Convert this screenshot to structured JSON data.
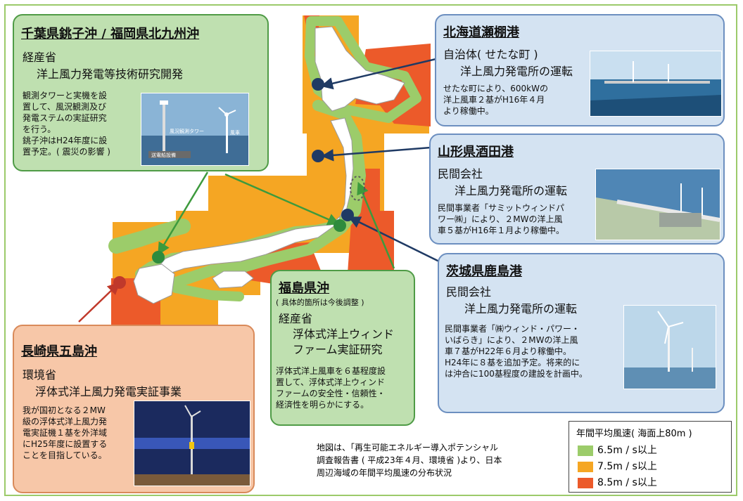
{
  "boxes": {
    "choshi": {
      "title": "千葉県銚子沖 / 福岡県北九州沖",
      "org": "経産省",
      "project": "洋上風力発電等技術研究開発",
      "desc": [
        "観測タワーと実機を設",
        "置して、風況観測及び",
        "発電ステムの実証研究",
        "を行う。",
        "銚子沖はH24年度に設",
        "置予定。( 震災の影響 )"
      ]
    },
    "setana": {
      "title": "北海道瀬棚港",
      "org": "自治体( せたな町 )",
      "project": "洋上風力発電所の運転",
      "desc": [
        "せたな町により、600kWの",
        "洋上風車２基がH16年４月",
        "より稼働中。"
      ]
    },
    "sakata": {
      "title": "山形県酒田港",
      "org": "民間会社",
      "project": "洋上風力発電所の運転",
      "desc": [
        "民間事業者「サミットウィンドパ",
        "ワー㈱」により、２MWの洋上風",
        "車５基がH16年１月より稼働中。"
      ]
    },
    "kashima": {
      "title": "茨城県鹿島港",
      "org": "民間会社",
      "project": "洋上風力発電所の運転",
      "desc": [
        "民間事業者「㈱ウィンド・パワー・",
        "いばらき」により、２MWの洋上風",
        "車７基がH22年６月より稼働中。",
        "H24年に８基を追加予定。将来的に",
        "は沖合に100基程度の建設を計画中。"
      ]
    },
    "fukushima": {
      "title": "福島県沖",
      "note": "( 具体的箇所は今後調整 )",
      "org": "経産省",
      "project": [
        "浮体式洋上ウィンド",
        "ファーム実証研究"
      ],
      "desc": [
        "浮体式洋上風車を６基程度設",
        "置して、浮体式洋上ウィンド",
        "ファームの安全性・信頼性・",
        "経済性を明らかにする。"
      ]
    },
    "goto": {
      "title": "長崎県五島沖",
      "org": "環境省",
      "project": "浮体式洋上風力発電実証事業",
      "desc": [
        "我が国初となる２MW",
        "級の浮体式洋上風力発",
        "電実証機１基を外洋域",
        "にH25年度に設置する",
        "ことを目指している。"
      ]
    }
  },
  "photo_labels": {
    "tower": "風況観測タワー",
    "turbine": "風車",
    "base": "送電船設備"
  },
  "legend": {
    "title": "年間平均風速( 海面上80m )",
    "items": [
      {
        "label": "6.5m / s以上",
        "color": "#9ccc6a"
      },
      {
        "label": "7.5m / s以上",
        "color": "#f5a623"
      },
      {
        "label": "8.5m / s以上",
        "color": "#ec5a2a"
      }
    ]
  },
  "source": [
    "地図は、「再生可能エネルギー導入ポテンシャル",
    "調査報告書 ( 平成23年４月、環境省 )より、日本",
    "周辺海域の年間平均風速の分布状況"
  ]
}
